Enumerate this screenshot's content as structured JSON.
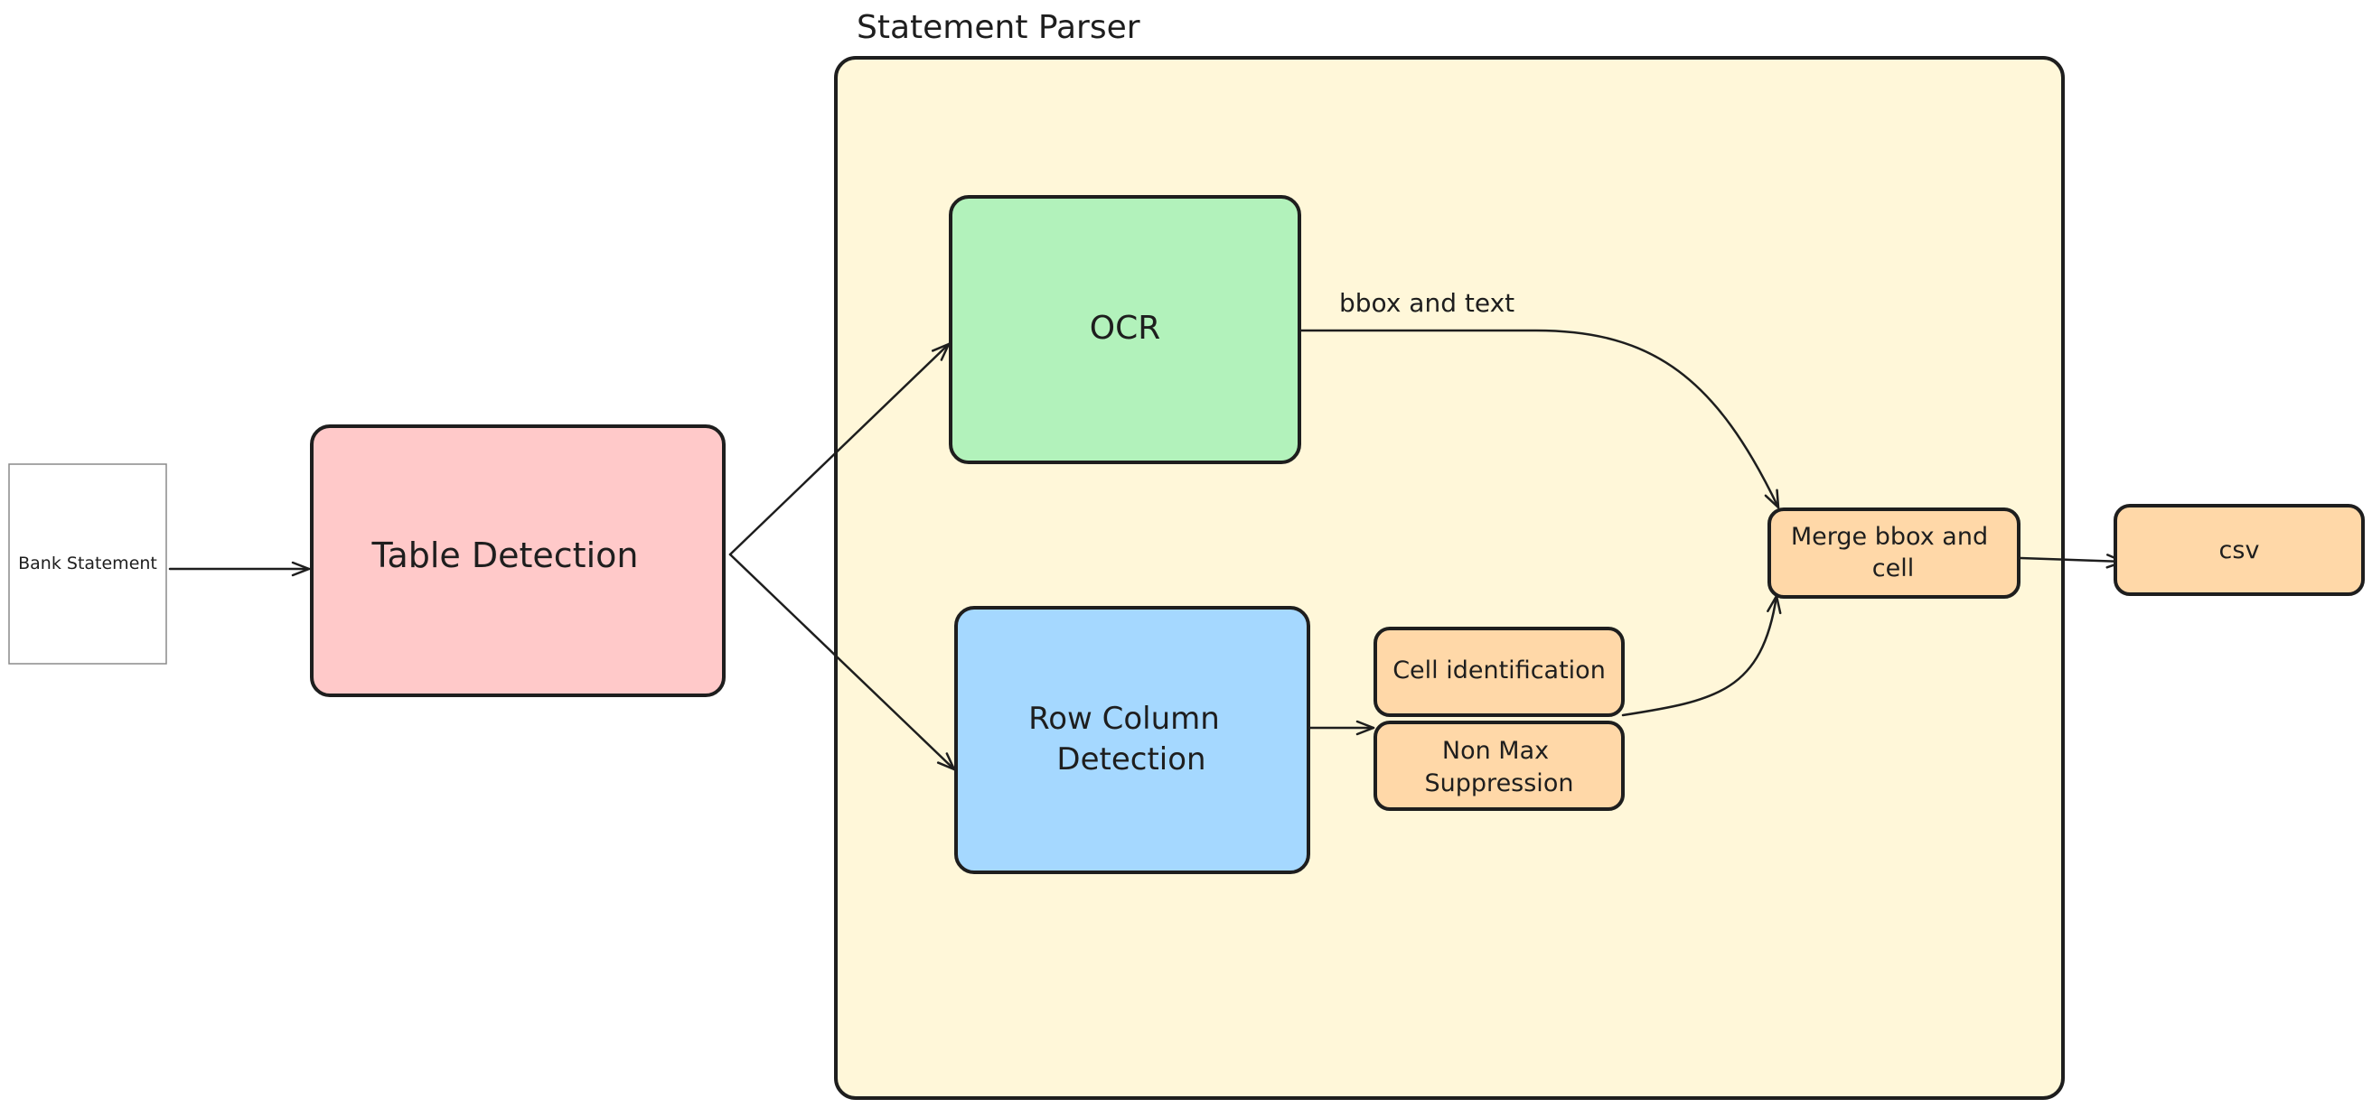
{
  "diagram": {
    "group": {
      "title": "Statement Parser",
      "fill": "#fff7d9"
    },
    "nodes": {
      "bank_statement": {
        "label": "Bank Statement",
        "fill": "#ffffff"
      },
      "table_detection": {
        "label": "Table Detection",
        "fill": "#ffc9c9"
      },
      "ocr": {
        "label": "OCR",
        "fill": "#b2f2bb"
      },
      "row_column_detection": {
        "label_lines": [
          "Row Column",
          "Detection"
        ],
        "fill": "#a5d8ff"
      },
      "cell_identification": {
        "label": "Cell identification",
        "fill": "#ffd8a8"
      },
      "non_max_suppression": {
        "label_lines": [
          "Non Max",
          "Suppression"
        ],
        "fill": "#ffd8a8"
      },
      "merge_bbox_cell": {
        "label_lines": [
          "Merge bbox and",
          "cell"
        ],
        "fill": "#ffd8a8"
      },
      "csv": {
        "label": "csv",
        "fill": "#ffd8a8"
      }
    },
    "edges": {
      "ocr_to_merge": {
        "label": "bbox and text"
      }
    },
    "stroke_color": "#1e1e1e"
  }
}
